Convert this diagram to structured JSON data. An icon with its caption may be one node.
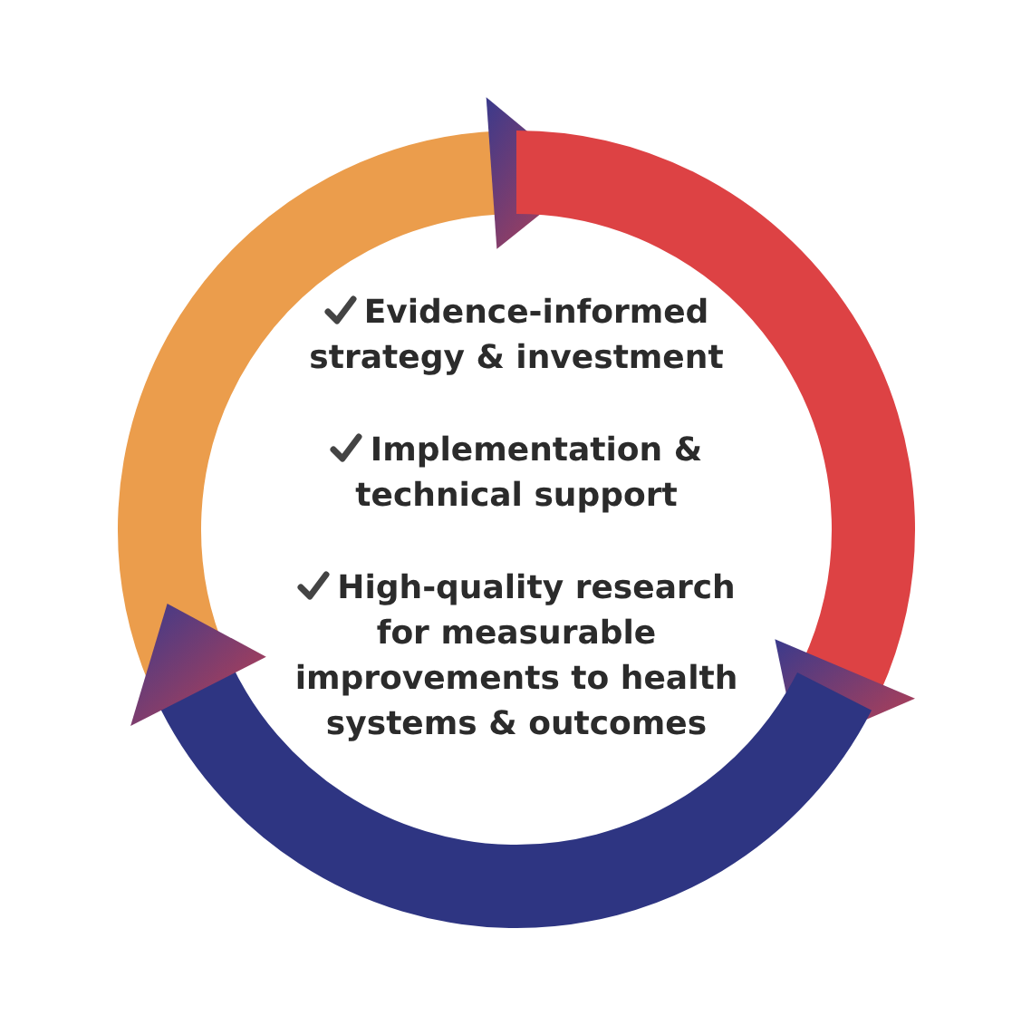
{
  "diagram": {
    "labels": [
      "Evidence-informed strategy & investment",
      "Implementation & technical support",
      "High-quality research for measurable improvements to health systems & outcomes"
    ]
  }
}
